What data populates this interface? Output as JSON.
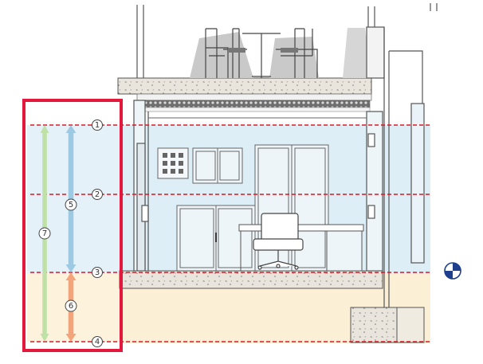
{
  "levels": [
    {
      "label": "1"
    },
    {
      "label": "2"
    },
    {
      "label": "3"
    },
    {
      "label": "4"
    }
  ],
  "dimensions": [
    {
      "label": "5",
      "color": "#9ec9e2"
    },
    {
      "label": "6",
      "color": "#f3a47a"
    },
    {
      "label": "7",
      "color": "#bfe0a6"
    }
  ],
  "colors": {
    "highlight_frame": "#e3183c",
    "level_line": "#cc1f2a",
    "room_zone": "#d7ebf5",
    "floor_zone": "#fbeed0",
    "slab": "#e8e2d2",
    "wall": "#555555"
  },
  "icons": {
    "datum_marker": "elevation-datum-icon"
  }
}
